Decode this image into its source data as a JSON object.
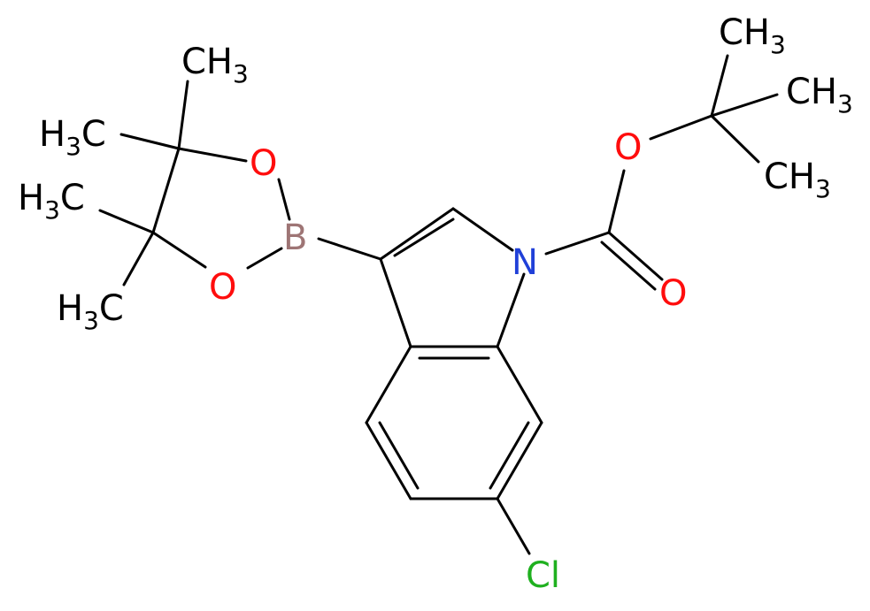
{
  "molecule": {
    "atoms": {
      "methyl_top": {
        "main": "CH",
        "sub": "3",
        "color": "#000000"
      },
      "methyl_upper_left": {
        "main": "H",
        "sub": "3",
        "tail": "C",
        "color": "#000000"
      },
      "methyl_mid_left": {
        "main": "H",
        "sub": "3",
        "tail": "C",
        "color": "#000000"
      },
      "methyl_lower_left": {
        "main": "H",
        "sub": "3",
        "tail": "C",
        "color": "#000000"
      },
      "oxygen_ring_upper": {
        "label": "O",
        "color": "#ff0d0d"
      },
      "oxygen_ring_lower": {
        "label": "O",
        "color": "#ff0d0d"
      },
      "boron": {
        "label": "B",
        "color": "#9e7575"
      },
      "nitrogen": {
        "label": "N",
        "color": "#2040d8"
      },
      "oxygen_ester": {
        "label": "O",
        "color": "#ff0d0d"
      },
      "oxygen_carbonyl": {
        "label": "O",
        "color": "#ff0d0d"
      },
      "tbu_methyl_top": {
        "main": "CH",
        "sub": "3",
        "color": "#000000"
      },
      "tbu_methyl_right": {
        "main": "CH",
        "sub": "3",
        "color": "#000000"
      },
      "tbu_methyl_bottom": {
        "main": "CH",
        "sub": "3",
        "color": "#000000"
      },
      "chlorine": {
        "label": "Cl",
        "color": "#1fb01f"
      }
    }
  }
}
